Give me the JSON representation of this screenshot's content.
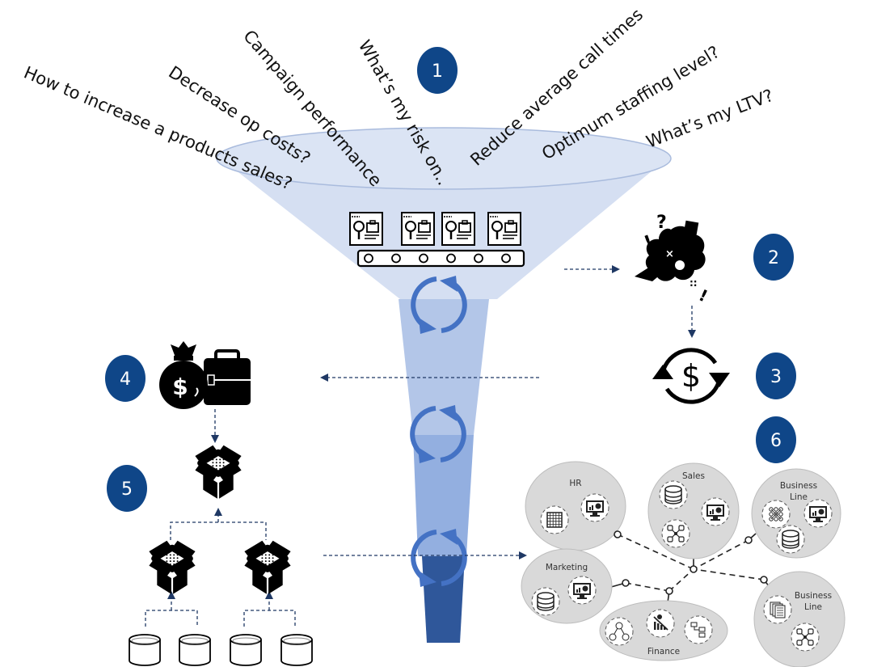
{
  "title": "Analytics funnel: business questions to data-driven value",
  "colors": {
    "badge": "#0f4688",
    "funnel_top": "#d5dff2",
    "funnel_rim": "#dbe4f4",
    "funnel_rim_stroke": "#a9bbdd",
    "funnel_stage_1": "#b3c6e8",
    "funnel_stage_2": "#93afe0",
    "funnel_stage_3": "#2f579a",
    "cycle_arrow": "#4472c4",
    "connector": "#1f3864",
    "dept_fill": "#d9d9d9",
    "dept_stroke": "#b5b5b5",
    "icon": "#000000"
  },
  "questions": [
    "How to increase a products sales?",
    "Decrease op costs?",
    "Campaign performance",
    "What’s my risk on..",
    "Reduce average call times",
    "Optimum staffing level?",
    "What’s my LTV?"
  ],
  "steps": [
    {
      "number": "1",
      "icon": "question-intake-funnel",
      "description": "Business questions enter the funnel"
    },
    {
      "number": "2",
      "icon": "confused-brain-icon",
      "description": "Complexity / confusion"
    },
    {
      "number": "3",
      "icon": "dollar-cycle-icon",
      "description": "Monetization cycle"
    },
    {
      "number": "4",
      "icon": "money-bag-briefcase-icon",
      "description": "Business value"
    },
    {
      "number": "5",
      "icon": "package-hierarchy",
      "description": "Data products built from sources"
    },
    {
      "number": "6",
      "icon": "department-network",
      "description": "Departmental data network"
    }
  ],
  "funnel": {
    "conveyor_items": [
      "search-document-icon",
      "search-document-icon",
      "search-document-icon",
      "search-document-icon"
    ],
    "conveyor_rollers": 6,
    "cycle_count": 3
  },
  "hierarchy": {
    "top_package": "open-box-icon",
    "mid_packages": [
      "open-box-icon",
      "open-box-icon"
    ],
    "databases": [
      "database-icon",
      "database-icon",
      "database-icon",
      "database-icon"
    ]
  },
  "departments": [
    {
      "id": "hr",
      "label": "HR",
      "icons": [
        "spreadsheet-grid-icon",
        "dashboard-monitor-icon"
      ]
    },
    {
      "id": "sales",
      "label": "Sales",
      "icons": [
        "database-icon",
        "dashboard-monitor-icon",
        "network-nodes-icon"
      ]
    },
    {
      "id": "business-line-1",
      "label": "Business\nLine",
      "label_lines": [
        "Business",
        "Line"
      ],
      "icons": [
        "neural-network-icon",
        "dashboard-monitor-icon",
        "database-icon"
      ]
    },
    {
      "id": "marketing",
      "label": "Marketing",
      "icons": [
        "database-icon",
        "dashboard-monitor-icon"
      ]
    },
    {
      "id": "finance",
      "label": "Finance",
      "icons": [
        "decision-tree-icon",
        "declining-chart-icon",
        "flowchart-icon"
      ]
    },
    {
      "id": "business-line-2",
      "label": "Business\nLine",
      "label_lines": [
        "Business",
        "Line"
      ],
      "icons": [
        "documents-icon",
        "hub-nodes-icon"
      ]
    }
  ]
}
